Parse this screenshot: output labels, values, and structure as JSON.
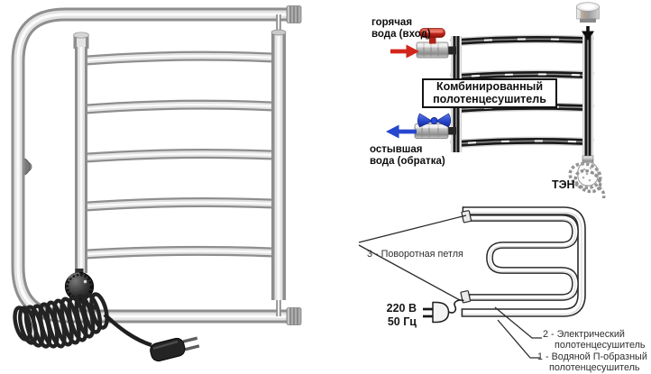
{
  "top_diagram": {
    "hot_water_label": {
      "line1": "горячая",
      "line2": "вода (вход)"
    },
    "combined_box": {
      "line1": "Комбинированный",
      "line2": "полотенцесушитель"
    },
    "cold_water_label": {
      "line1": "остывшая",
      "line2": "вода (обратка)"
    },
    "heater_label": "ТЭН"
  },
  "bottom_diagram": {
    "swivel_label": "3 - Поворотная петля",
    "power_label": {
      "line1": "220 В",
      "line2": "50 Гц"
    },
    "electric_label": {
      "line1": "2 - Электрический",
      "line2": "полотенцесушитель"
    },
    "water_label": {
      "line1": "1 - Водяной П-образный",
      "line2": "полотенцесушитель"
    }
  },
  "icons": {
    "hot_flow": "arrow-right-icon",
    "cold_flow": "arrow-left-icon",
    "cap_flow": "arrow-down-icon",
    "power_plug": "plug-icon",
    "heater": "heating-element-icon",
    "coiled_cable": "coil-cable-icon"
  },
  "colors": {
    "hot_accent": "#d3261a",
    "cold_accent": "#2746cf",
    "diagram_line": "#2b2b2b",
    "arrow_black": "#0d0d0d"
  }
}
